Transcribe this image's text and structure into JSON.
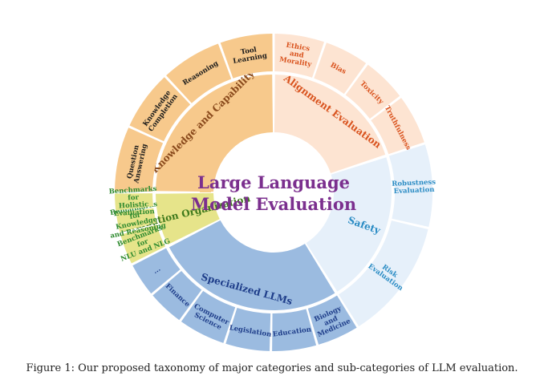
{
  "center": {
    "line1": "Large Language",
    "line2": "Model Evaluation",
    "color": "#7b2f8e"
  },
  "caption": "Figure 1: Our proposed taxonomy of major categories and sub-categories of LLM evaluation.",
  "categories": [
    {
      "id": "knowledge",
      "label": [
        "Knowledge and Capability"
      ],
      "fill": "#f7c98c",
      "text": "#8a4a1c",
      "leafText": "#1a1a1a",
      "leaves": [
        {
          "id": "question-answering",
          "label": [
            "Question",
            "Answering"
          ]
        },
        {
          "id": "knowledge-completion",
          "label": [
            "Knowledge",
            "Completion"
          ]
        },
        {
          "id": "reasoning",
          "label": [
            "Reasoning"
          ]
        },
        {
          "id": "tool-learning",
          "label": [
            "Tool",
            "Learning"
          ]
        }
      ]
    },
    {
      "id": "alignment",
      "label": [
        "Alignment Evaluation"
      ],
      "fill": "#fde4d2",
      "text": "#d9531e",
      "leafText": "#d9531e",
      "leaves": [
        {
          "id": "ethics-and-morality",
          "label": [
            "Ethics",
            "and",
            "Morality"
          ]
        },
        {
          "id": "bias",
          "label": [
            "Bias"
          ]
        },
        {
          "id": "toxicity",
          "label": [
            "Toxicity"
          ]
        },
        {
          "id": "truthfulness",
          "label": [
            "Truthfulness"
          ]
        }
      ]
    },
    {
      "id": "safety",
      "label": [
        "Safety"
      ],
      "fill": "#e6f0fa",
      "text": "#2b8cc4",
      "leafText": "#2b8cc4",
      "leaves": [
        {
          "id": "robustness-evaluation",
          "label": [
            "Robustness",
            "Evaluation"
          ]
        },
        {
          "id": "risk-evaluation",
          "label": [
            "Risk",
            "Evaluation"
          ]
        }
      ]
    },
    {
      "id": "specialized",
      "label": [
        "Specialized LLMs"
      ],
      "fill": "#9bbbe0",
      "text": "#1f3e8a",
      "leafText": "#1f3e8a",
      "leaves": [
        {
          "id": "biology-and-medicine",
          "label": [
            "Biology",
            "and",
            "Medicine"
          ]
        },
        {
          "id": "education",
          "label": [
            "Education"
          ]
        },
        {
          "id": "legislation",
          "label": [
            "Legislation"
          ]
        },
        {
          "id": "computer-science",
          "label": [
            "Computer",
            "Science"
          ]
        },
        {
          "id": "finance",
          "label": [
            "Finance"
          ]
        },
        {
          "id": "more",
          "label": [
            "..."
          ]
        }
      ]
    },
    {
      "id": "evaluation-organization",
      "label": [
        "Evaluation Organization"
      ],
      "fill": "#e6e48a",
      "text": "#3f7a1c",
      "leafText": "#2e8a2e",
      "leaves": [
        {
          "id": "benchmarks-nlu-nlg",
          "label": [
            "Benchmarks",
            "for",
            "NLU and NLG"
          ]
        },
        {
          "id": "benchmarks-knowledge-reasoning",
          "label": [
            "Benchmarks",
            "for",
            "Knowledge",
            "and Reasoning"
          ]
        },
        {
          "id": "benchmarks-holistic",
          "label": [
            "Benchmarks",
            "for",
            "Holistic",
            "Evaluation"
          ]
        }
      ]
    }
  ],
  "accent_arcs": [
    {
      "id": "knowledge-accent",
      "color": "#f6d183"
    },
    {
      "id": "specialized-accent",
      "color": "#b4c3e6"
    }
  ]
}
